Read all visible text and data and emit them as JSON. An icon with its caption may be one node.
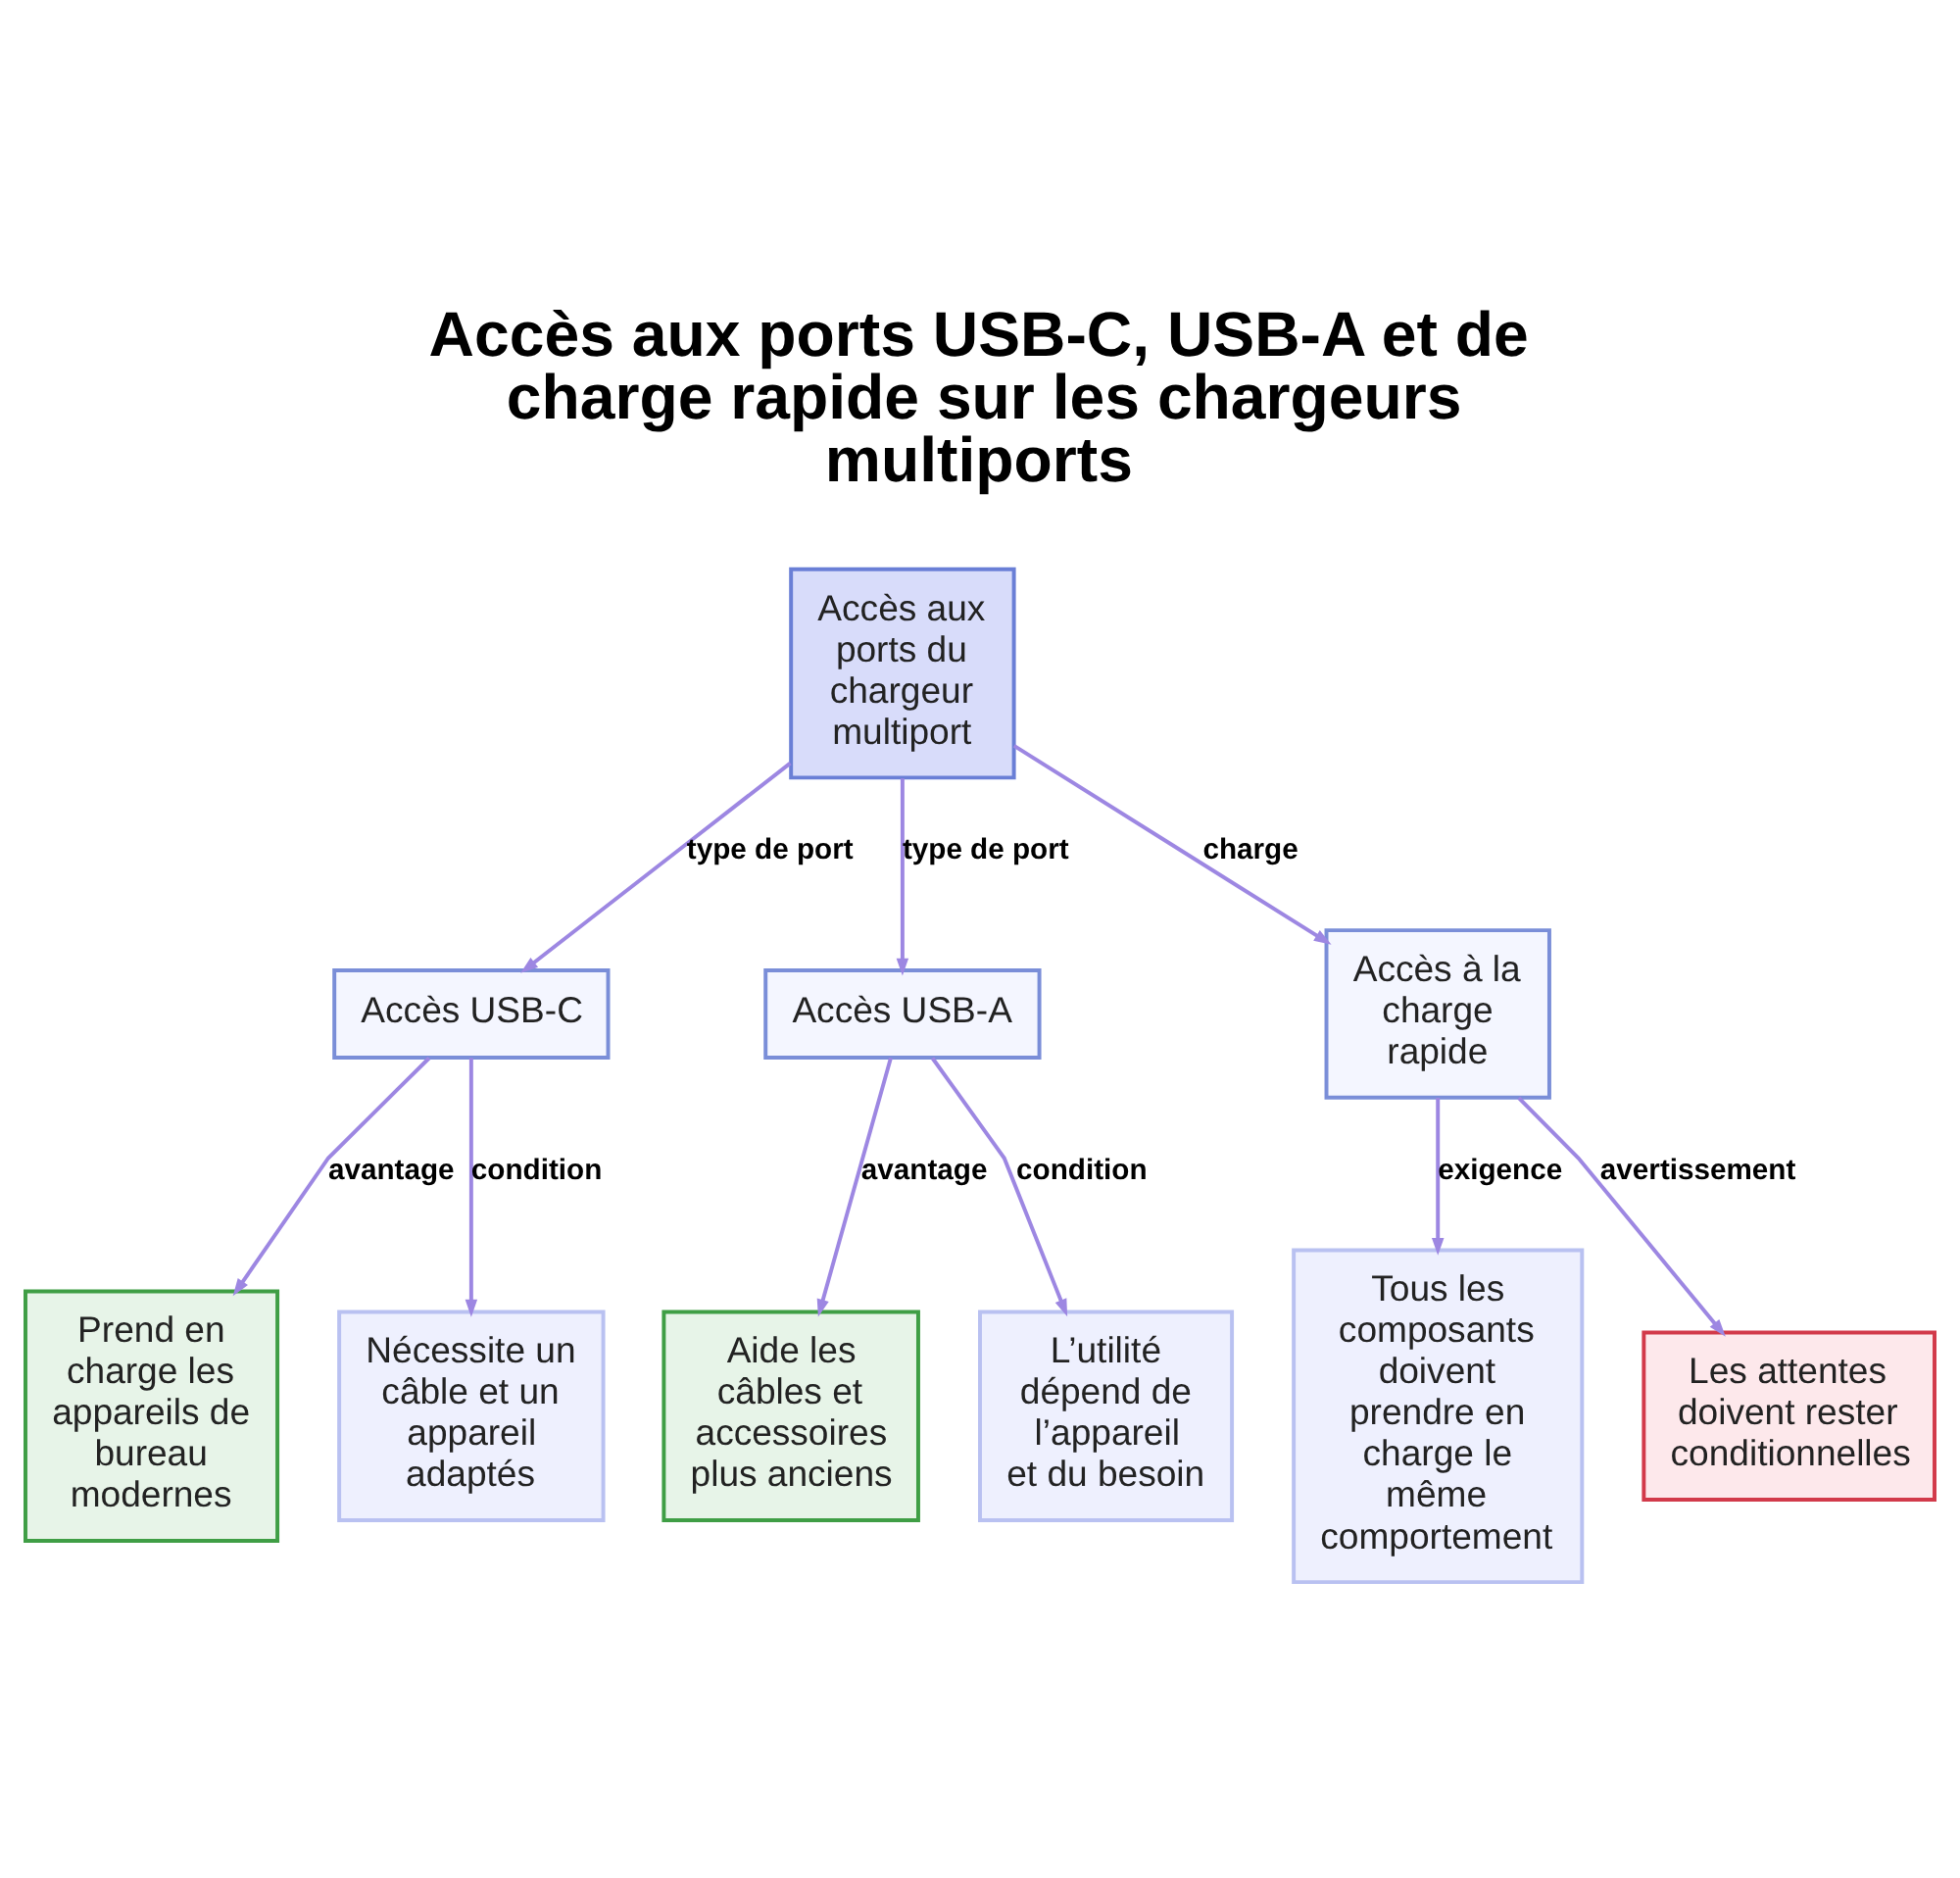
{
  "diagram": {
    "title": "Accès aux ports USB-C, USB-A et de charge rapide sur les chargeurs multiports",
    "nodes": [
      {
        "text": [
          "Accès aux ports du chargeur multiport"
        ]
      },
      {
        "text": [
          "Accès USB-C"
        ]
      },
      {
        "text": [
          "Accès USB-A"
        ]
      },
      {
        "text": [
          "Accès à la charge rapide"
        ]
      },
      {
        "text": [
          "Prend en charge les appareils de bureau modernes"
        ]
      },
      {
        "text": [
          "Nécessite un câble et un appareil adaptés"
        ]
      },
      {
        "text": [
          "Aide les câbles et accessoires plus anciens"
        ]
      },
      {
        "text": [
          "L’utilité dépend de l’appareil et du besoin"
        ]
      },
      {
        "text": [
          "Tous les composants doivent prendre en charge le même comportement"
        ]
      },
      {
        "text": [
          "Les attentes doivent rester conditionnelles"
        ]
      }
    ],
    "edges": [
      {
        "from": 0,
        "to": 1,
        "arrow": "to",
        "label": "type de port"
      },
      {
        "from": 0,
        "to": 2,
        "arrow": "to",
        "label": "type de port"
      },
      {
        "from": 0,
        "to": 3,
        "arrow": "to",
        "label": "charge"
      },
      {
        "from": 1,
        "to": 4,
        "arrow": "to",
        "label": "avantage"
      },
      {
        "from": 1,
        "to": 5,
        "arrow": "to",
        "label": "condition"
      },
      {
        "from": 2,
        "to": 6,
        "arrow": "to",
        "label": "avantage"
      },
      {
        "from": 2,
        "to": 7,
        "arrow": "to",
        "label": "condition"
      },
      {
        "from": 3,
        "to": 8,
        "arrow": "to",
        "label": "exigence"
      },
      {
        "from": 3,
        "to": 9,
        "arrow": "to",
        "label": "avertissement"
      }
    ]
  }
}
